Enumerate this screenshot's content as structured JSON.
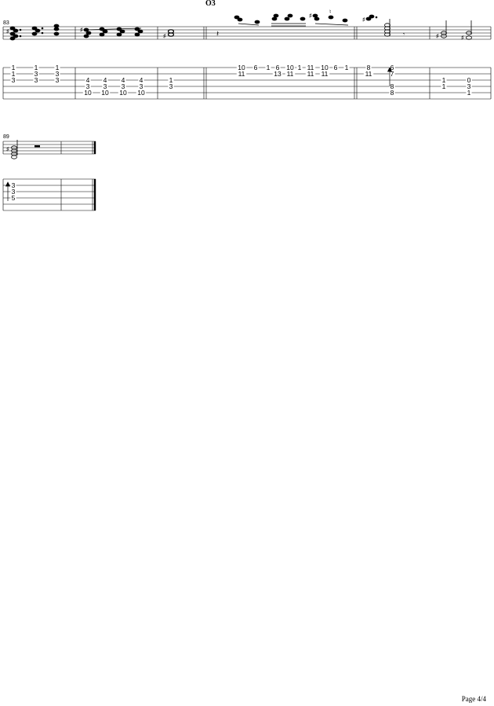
{
  "document": {
    "section_title": "O3",
    "page_number": "Page 4/4",
    "colors": {
      "ink": "#000000",
      "staff_line": "#000000",
      "paper": "#ffffff"
    }
  },
  "systems": [
    {
      "measure_start": "83",
      "measures": [
        {
          "index": 0,
          "tab_notes": [
            {
              "slot": 0,
              "string": 1,
              "fret": "1"
            },
            {
              "slot": 0,
              "string": 2,
              "fret": "1"
            },
            {
              "slot": 0,
              "string": 3,
              "fret": "3"
            },
            {
              "slot": 1,
              "string": 1,
              "fret": "1"
            },
            {
              "slot": 1,
              "string": 2,
              "fret": "3"
            },
            {
              "slot": 1,
              "string": 3,
              "fret": "3"
            },
            {
              "slot": 2,
              "string": 1,
              "fret": "1"
            },
            {
              "slot": 2,
              "string": 2,
              "fret": "3"
            },
            {
              "slot": 2,
              "string": 3,
              "fret": "3"
            }
          ]
        },
        {
          "index": 1,
          "tab_notes": [
            {
              "slot": 0,
              "string": 3,
              "fret": "4"
            },
            {
              "slot": 0,
              "string": 4,
              "fret": "3"
            },
            {
              "slot": 0,
              "string": 5,
              "fret": "10"
            },
            {
              "slot": 1,
              "string": 3,
              "fret": "4"
            },
            {
              "slot": 1,
              "string": 4,
              "fret": "3"
            },
            {
              "slot": 1,
              "string": 5,
              "fret": "10"
            },
            {
              "slot": 2,
              "string": 3,
              "fret": "4"
            },
            {
              "slot": 2,
              "string": 4,
              "fret": "3"
            },
            {
              "slot": 2,
              "string": 5,
              "fret": "10"
            },
            {
              "slot": 3,
              "string": 3,
              "fret": "4"
            },
            {
              "slot": 3,
              "string": 4,
              "fret": "3"
            },
            {
              "slot": 3,
              "string": 5,
              "fret": "10"
            }
          ]
        },
        {
          "index": 2,
          "tab_notes": [
            {
              "slot": 0,
              "string": 3,
              "fret": "1"
            },
            {
              "slot": 0,
              "string": 4,
              "fret": "3"
            }
          ]
        },
        {
          "index": 3,
          "tab_notes": [
            {
              "slot": 0,
              "string": 1,
              "fret": "10"
            },
            {
              "slot": 0,
              "string": 2,
              "fret": "11"
            },
            {
              "slot": 1,
              "string": 1,
              "fret": "6"
            },
            {
              "slot": 2,
              "string": 1,
              "fret": "1"
            },
            {
              "slot": 3,
              "string": 1,
              "fret": "6"
            },
            {
              "slot": 3,
              "string": 2,
              "fret": "13"
            },
            {
              "slot": 4,
              "string": 1,
              "fret": "10"
            },
            {
              "slot": 4,
              "string": 2,
              "fret": "11"
            },
            {
              "slot": 5,
              "string": 1,
              "fret": "1"
            },
            {
              "slot": 6,
              "string": 1,
              "fret": "11"
            },
            {
              "slot": 6,
              "string": 2,
              "fret": "11"
            },
            {
              "slot": 7,
              "string": 1,
              "fret": "10"
            },
            {
              "slot": 7,
              "string": 2,
              "fret": "11"
            },
            {
              "slot": 8,
              "string": 1,
              "fret": "6"
            },
            {
              "slot": 9,
              "string": 1,
              "fret": "1"
            }
          ]
        },
        {
          "index": 4,
          "tab_notes": [
            {
              "slot": 0,
              "string": 1,
              "fret": "8"
            },
            {
              "slot": 0,
              "string": 2,
              "fret": "11"
            },
            {
              "slot": 1,
              "string": 1,
              "fret": "6"
            },
            {
              "slot": 1,
              "string": 2,
              "fret": "7"
            },
            {
              "slot": 1,
              "string": 4,
              "fret": "8"
            },
            {
              "slot": 1,
              "string": 5,
              "fret": "8"
            }
          ]
        },
        {
          "index": 5,
          "tab_notes": [
            {
              "slot": 0,
              "string": 3,
              "fret": "1"
            },
            {
              "slot": 0,
              "string": 4,
              "fret": "1"
            },
            {
              "slot": 1,
              "string": 3,
              "fret": "0"
            },
            {
              "slot": 1,
              "string": 4,
              "fret": "3"
            },
            {
              "slot": 1,
              "string": 5,
              "fret": "1"
            }
          ]
        }
      ]
    },
    {
      "measure_start": "89",
      "measures": [
        {
          "index": 0,
          "tab_notes": [
            {
              "slot": 0,
              "string": 2,
              "fret": "3"
            },
            {
              "slot": 0,
              "string": 3,
              "fret": "3"
            },
            {
              "slot": 0,
              "string": 4,
              "fret": "5"
            }
          ]
        },
        {
          "index": 1,
          "tab_notes": []
        }
      ]
    }
  ]
}
